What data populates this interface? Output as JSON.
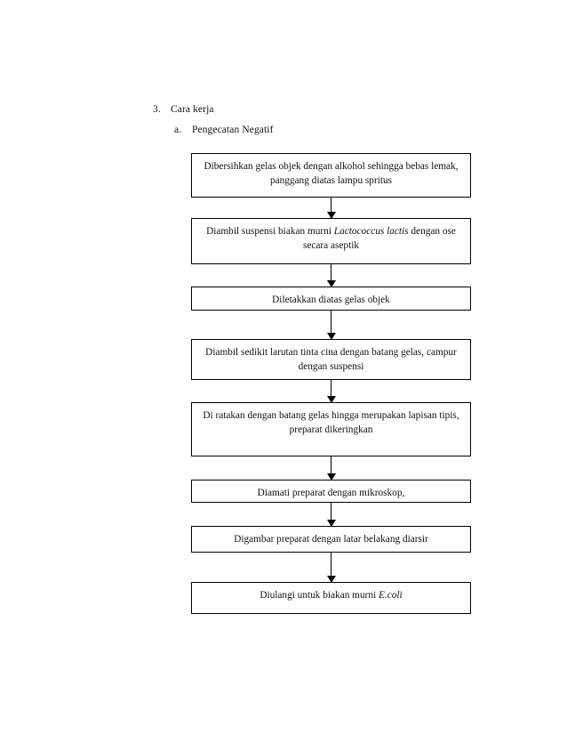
{
  "document": {
    "background_color": "#ffffff",
    "text_color": "#111111",
    "border_color": "#000000"
  },
  "heading": {
    "items": [
      {
        "marker": "3.",
        "label": "Cara kerja"
      },
      {
        "marker": "a.",
        "label": "Pengecatan Negatif"
      }
    ]
  },
  "flowchart": {
    "type": "flowchart",
    "orientation": "vertical",
    "connector": "arrow-down",
    "nodes": [
      {
        "id": "step-1",
        "text": "Dibersihkan gelas objek dengan alkohol sehingga bebas lemak, panggang diatas lampu spritus"
      },
      {
        "id": "step-2",
        "text_before_italic": "Diambil suspensi  biakan murni ",
        "italic": "Lactococcus lactis",
        "text_after_italic": " dengan ose secara aseptik"
      },
      {
        "id": "step-3",
        "text": "Diletakkan diatas gelas objek"
      },
      {
        "id": "step-4",
        "text": "Diambil sedikit larutan tinta cina dengan batang gelas, campur dengan suspensi"
      },
      {
        "id": "step-5",
        "text": "Di ratakan dengan batang gelas hingga merupakan lapisan tipis, preparat dikeringkan"
      },
      {
        "id": "step-6",
        "text": "Diamati preparat dengan mikroskop,"
      },
      {
        "id": "step-7",
        "text": "Digambar preparat dengan latar belakang diarsir"
      },
      {
        "id": "step-8",
        "text_before_italic": "Diulangi untuk biakan murni ",
        "italic": "E.coli",
        "text_after_italic": ""
      }
    ]
  }
}
